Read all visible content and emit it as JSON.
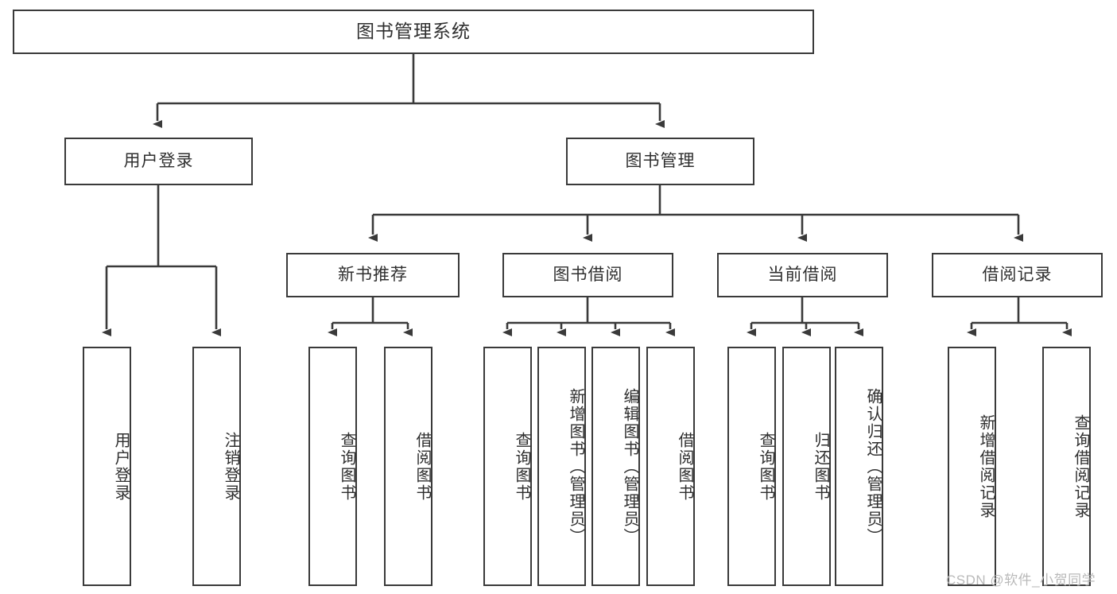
{
  "diagram": {
    "type": "tree-hierarchy-chart",
    "title": "图书管理系统",
    "root": {
      "label": "图书管理系统"
    },
    "level2": [
      {
        "label": "用户登录"
      },
      {
        "label": "图书管理"
      }
    ],
    "level3": [
      {
        "label": "新书推荐"
      },
      {
        "label": "图书借阅"
      },
      {
        "label": "当前借阅"
      },
      {
        "label": "借阅记录"
      }
    ],
    "leaves": {
      "user_login": [
        {
          "label": "用户登录"
        },
        {
          "label": "注销登录"
        }
      ],
      "new_book_recommend": [
        {
          "label": "查询图书"
        },
        {
          "label": "借阅图书"
        }
      ],
      "book_borrow": [
        {
          "label": "查询图书"
        },
        {
          "label": "新增图书（管理员）"
        },
        {
          "label": "编辑图书（管理员）"
        },
        {
          "label": "借阅图书"
        }
      ],
      "current_borrow": [
        {
          "label": "查询图书"
        },
        {
          "label": "归还图书"
        },
        {
          "label": "确认归还（管理员）"
        }
      ],
      "borrow_record": [
        {
          "label": "新增借阅记录"
        },
        {
          "label": "查询借阅记录"
        }
      ]
    }
  },
  "watermark": {
    "text": "CSDN @软件_小贺同学"
  },
  "colors": {
    "border": "#3a3a3a",
    "text": "#2f2f2f",
    "background": "#ffffff",
    "watermark": "#b9b9b9"
  }
}
